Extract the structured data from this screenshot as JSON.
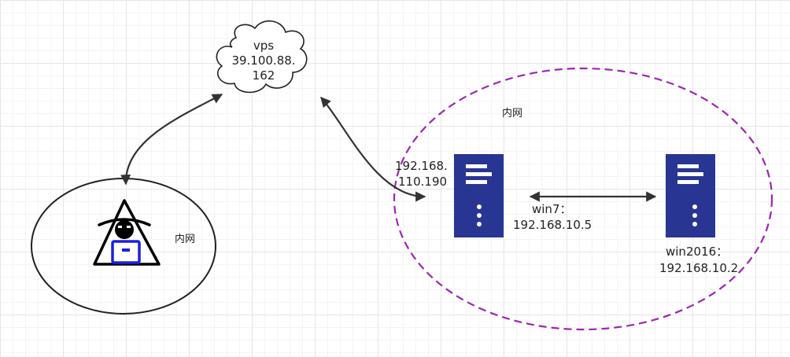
{
  "vps": {
    "name": "vps",
    "ip_line1": "39.100.88.",
    "ip_line2": "162"
  },
  "attacker_zone": {
    "label": "内网"
  },
  "target_zone": {
    "label": "内网"
  },
  "win7": {
    "outer_ip_line1": "192.168.",
    "outer_ip_line2": "110.190",
    "name": "win7：",
    "inner_ip": "192.168.10.5"
  },
  "win2016": {
    "name": "win2016：",
    "ip": "192.168.10.2"
  },
  "colors": {
    "server": "#283593",
    "dashed_border": "#9c27b0",
    "attacker_laptop": "#1d1fe0"
  },
  "icons": {
    "cloud": "cloud-icon",
    "attacker": "hacker-icon",
    "server": "server-icon"
  }
}
